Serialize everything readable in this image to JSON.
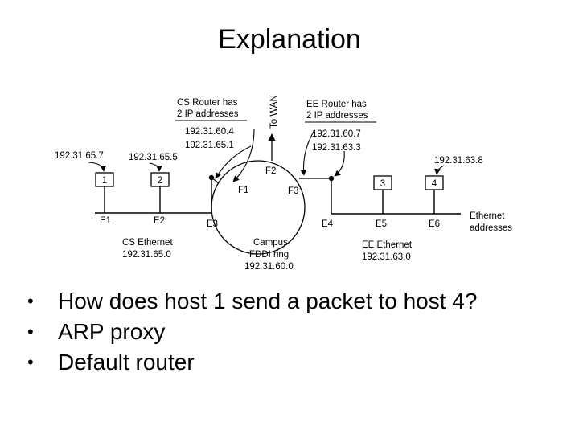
{
  "slide": {
    "title": "Explanation",
    "bullets": [
      "How does host 1 send a packet to host 4?",
      "ARP proxy",
      "Default router"
    ]
  },
  "diagram": {
    "wan_label": "To WAN",
    "cs_router_note": [
      "CS Router has",
      "2 IP addresses"
    ],
    "ee_router_note": [
      "EE Router has",
      "2 IP addresses"
    ],
    "cs_router_ips": [
      "192.31.60.4",
      "192.31.65.1"
    ],
    "ee_router_ips": [
      "192.31.60.7",
      "192.31.63.3"
    ],
    "host_ips": {
      "host1": "192.31.65.7",
      "host2": "192.31.65.5",
      "host4": "192.31.63.8"
    },
    "hosts": [
      "1",
      "2",
      "3",
      "4"
    ],
    "ethernet_addresses": [
      "E1",
      "E2",
      "E3",
      "E4",
      "E5",
      "E6"
    ],
    "fddi_addresses": [
      "F1",
      "F2",
      "F3"
    ],
    "ethernet_addresses_label": [
      "Ethernet",
      "addresses"
    ],
    "cs_network": [
      "CS Ethernet",
      "192.31.65.0"
    ],
    "campus_network": [
      "Campus",
      "FDDI ring",
      "192.31.60.0"
    ],
    "ee_network": [
      "EE Ethernet",
      "192.31.63.0"
    ]
  }
}
